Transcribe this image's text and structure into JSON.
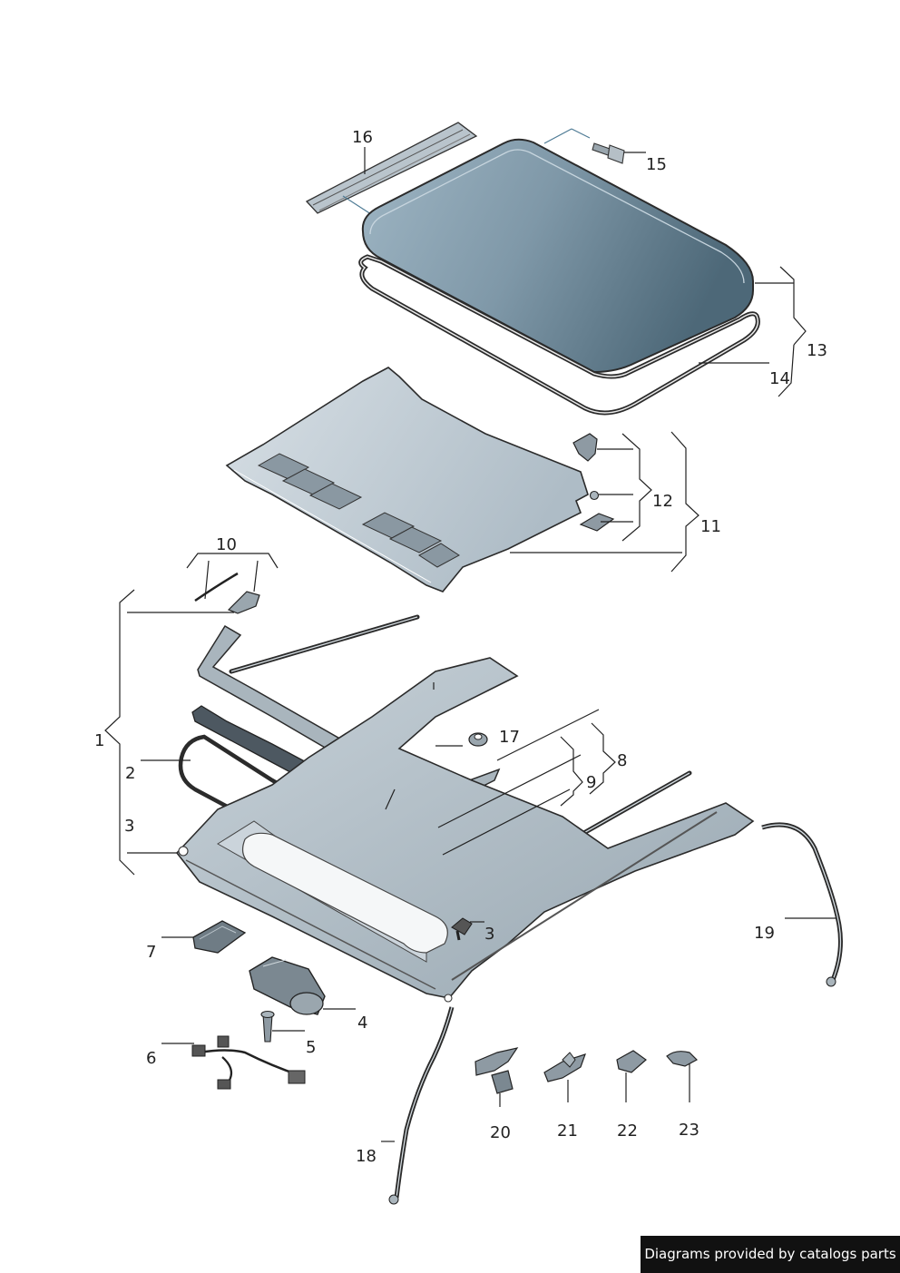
{
  "callouts": {
    "c1": "1",
    "c2": "2",
    "c3a": "3",
    "c3b": "3",
    "c4": "4",
    "c5": "5",
    "c6": "6",
    "c7": "7",
    "c8": "8",
    "c9": "9",
    "c10": "10",
    "c11": "11",
    "c12": "12",
    "c13": "13",
    "c14": "14",
    "c15": "15",
    "c16": "16",
    "c17": "17",
    "c18": "18",
    "c19": "19",
    "c20": "20",
    "c21": "21",
    "c22": "22",
    "c23": "23"
  },
  "credit": "Diagrams provided by catalogs parts",
  "colors": {
    "glass_light": "#9fb6c4",
    "glass_dark": "#4d6878",
    "panel": "#c9d4dc",
    "frame": "#b7c3cc",
    "seal": "#2b2b2b",
    "part_gray": "#8e9aa3"
  }
}
